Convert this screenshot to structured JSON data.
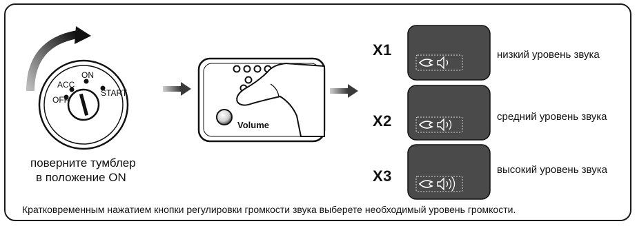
{
  "ignition": {
    "positions": [
      "ACC",
      "ON",
      "START",
      "OFF"
    ],
    "caption_line1": "поверните тумблер",
    "caption_line2": "в положение ON"
  },
  "remote": {
    "button_label": "Volume"
  },
  "levels": [
    {
      "press": "X1",
      "label": "низкий уровень звука",
      "bars": 1
    },
    {
      "press": "X2",
      "label": "средний уровень звука",
      "bars": 2
    },
    {
      "press": "X3",
      "label": "высокий уровень звука",
      "bars": 3
    }
  ],
  "footer": "Кратковременным нажатием кнопки регулировки громкости звука выберете необходимый уровень громкости.",
  "colors": {
    "panel": "#4a4a4a",
    "stroke": "#1a1a1a",
    "arrow": "#555555"
  }
}
